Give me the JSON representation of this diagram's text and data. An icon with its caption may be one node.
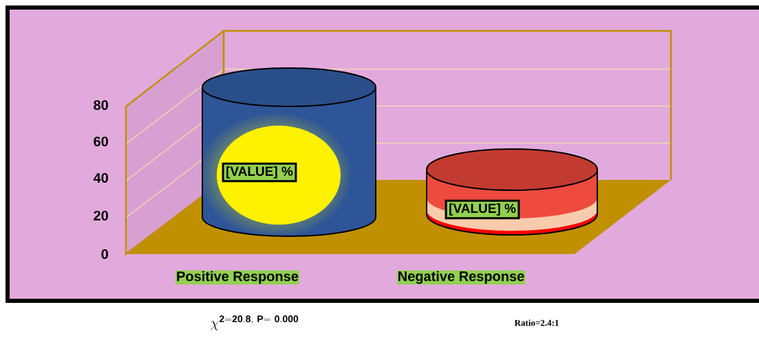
{
  "diagram": {
    "labels": [
      "80",
      "60",
      "40",
      "[VALUE] %",
      "20",
      "[VALUE] %",
      "0",
      "Positive Response",
      "Negative Response",
      "\\chi^{\\mathbf{2=20.8,\\ P=\\ 0.000}}",
      "Ratio=2.4:1"
    ]
  }
}
